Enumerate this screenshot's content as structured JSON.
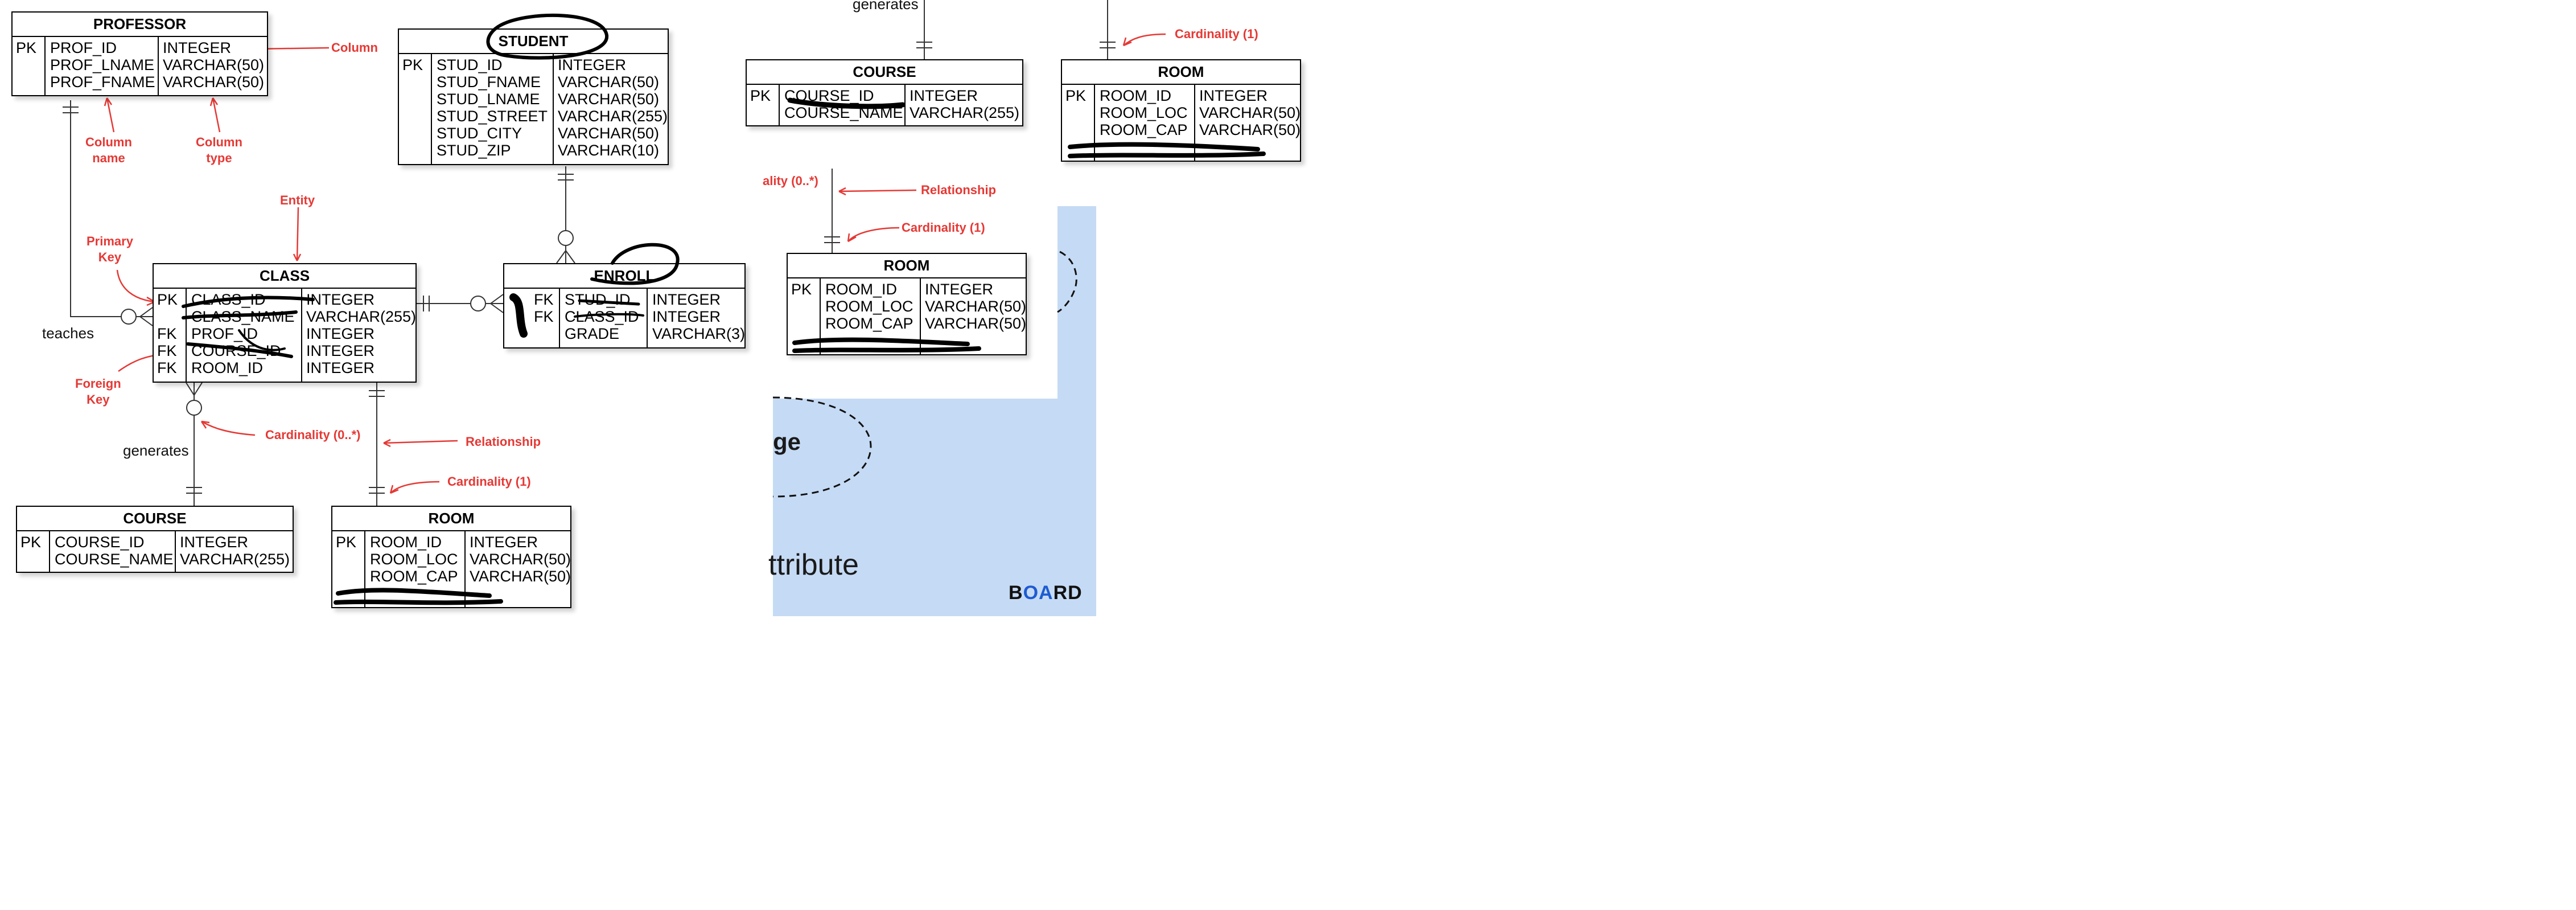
{
  "entities": {
    "professor": {
      "title": "PROFESSOR",
      "keys": [
        "PK",
        "",
        ""
      ],
      "names": [
        "PROF_ID",
        "PROF_LNAME",
        "PROF_FNAME"
      ],
      "types": [
        "INTEGER",
        "VARCHAR(50)",
        "VARCHAR(50)"
      ]
    },
    "student": {
      "title": "STUDENT",
      "keys": [
        "PK",
        "",
        "",
        "",
        "",
        ""
      ],
      "names": [
        "STUD_ID",
        "STUD_FNAME",
        "STUD_LNAME",
        "STUD_STREET",
        "STUD_CITY",
        "STUD_ZIP"
      ],
      "types": [
        "INTEGER",
        "VARCHAR(50)",
        "VARCHAR(50)",
        "VARCHAR(255)",
        "VARCHAR(50)",
        "VARCHAR(10)"
      ]
    },
    "class": {
      "title": "CLASS",
      "keys": [
        "PK",
        "",
        "FK",
        "FK",
        "FK"
      ],
      "names": [
        "CLASS_ID",
        "CLASS_NAME",
        "PROF_ID",
        "COURSE_ID",
        "ROOM_ID"
      ],
      "types": [
        "INTEGER",
        "VARCHAR(255)",
        "INTEGER",
        "INTEGER",
        "INTEGER"
      ]
    },
    "enroll": {
      "title": "ENROLL",
      "keys": [
        "FK",
        "FK",
        ""
      ],
      "names": [
        "STUD_ID",
        "CLASS_ID",
        "GRADE"
      ],
      "types": [
        "INTEGER",
        "INTEGER",
        "VARCHAR(3)"
      ]
    },
    "course_bottom": {
      "title": "COURSE",
      "keys": [
        "PK",
        ""
      ],
      "names": [
        "COURSE_ID",
        "COURSE_NAME"
      ],
      "types": [
        "INTEGER",
        "VARCHAR(255)"
      ]
    },
    "room_bottom": {
      "title": "ROOM",
      "keys": [
        "PK",
        "",
        ""
      ],
      "names": [
        "ROOM_ID",
        "ROOM_LOC",
        "ROOM_CAP"
      ],
      "types": [
        "INTEGER",
        "VARCHAR(50)",
        "VARCHAR(50)"
      ]
    },
    "course_top": {
      "title": "COURSE",
      "keys": [
        "PK",
        ""
      ],
      "names": [
        "COURSE_ID",
        "COURSE_NAME"
      ],
      "types": [
        "INTEGER",
        "VARCHAR(255)"
      ]
    },
    "room_top": {
      "title": "ROOM",
      "keys": [
        "PK",
        "",
        ""
      ],
      "names": [
        "ROOM_ID",
        "ROOM_LOC",
        "ROOM_CAP"
      ],
      "types": [
        "INTEGER",
        "VARCHAR(50)",
        "VARCHAR(50)"
      ]
    },
    "room_mid": {
      "title": "ROOM",
      "keys": [
        "PK",
        "",
        ""
      ],
      "names": [
        "ROOM_ID",
        "ROOM_LOC",
        "ROOM_CAP"
      ],
      "types": [
        "INTEGER",
        "VARCHAR(50)",
        "VARCHAR(50)"
      ]
    }
  },
  "annotations": {
    "column": "Column",
    "column_name": "Column\nname",
    "column_type": "Column\ntype",
    "entity": "Entity",
    "primary_key": "Primary\nKey",
    "foreign_key": "Foreign\nKey",
    "cardinality_many_bottom": "Cardinality (0..*)",
    "relationship_bottom": "Relationship",
    "cardinality_one_bottom": "Cardinality (1)",
    "cardinality_one_top": "Cardinality (1)",
    "cardinality_many_mid": "ality (0..*)",
    "relationship_mid": "Relationship",
    "cardinality_one_mid": "Cardinality (1)"
  },
  "relationship_labels": {
    "teaches": "teaches",
    "generates_bottom": "generates",
    "generates_top": "generates"
  },
  "background_fragment": {
    "partial_word_1": "ge",
    "partial_word_2": "ttribute",
    "logo": "BOARD"
  },
  "colors": {
    "annotation": "#e53935",
    "fragment_blue": "#c5daf4",
    "logo_accent": "#1e5bd1"
  }
}
